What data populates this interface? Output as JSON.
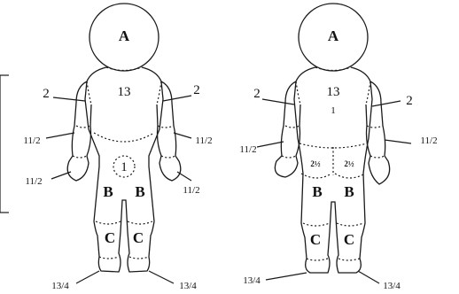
{
  "figures": [
    {
      "name": "anterior-view",
      "head": "A",
      "trunk": "13",
      "genital": "1",
      "upper_arm_left": "2",
      "upper_arm_right": "2",
      "forearm_left": "11/2",
      "forearm_right": "11/2",
      "hand_left": "11/2",
      "hand_right": "11/2",
      "thigh_left": "B",
      "thigh_right": "B",
      "leg_left": "C",
      "leg_right": "C",
      "foot_left": "13/4",
      "foot_right": "13/4"
    },
    {
      "name": "posterior-view",
      "head": "A",
      "trunk": "13",
      "trunk_mark": "1",
      "upper_arm_left": "2",
      "upper_arm_right": "2",
      "forearm_left": "11/2",
      "forearm_right": "11/2",
      "buttock_left": "2½",
      "buttock_right": "2½",
      "thigh_left": "B",
      "thigh_right": "B",
      "leg_left": "C",
      "leg_right": "C",
      "foot_left": "13/4",
      "foot_right": "13/4"
    }
  ]
}
